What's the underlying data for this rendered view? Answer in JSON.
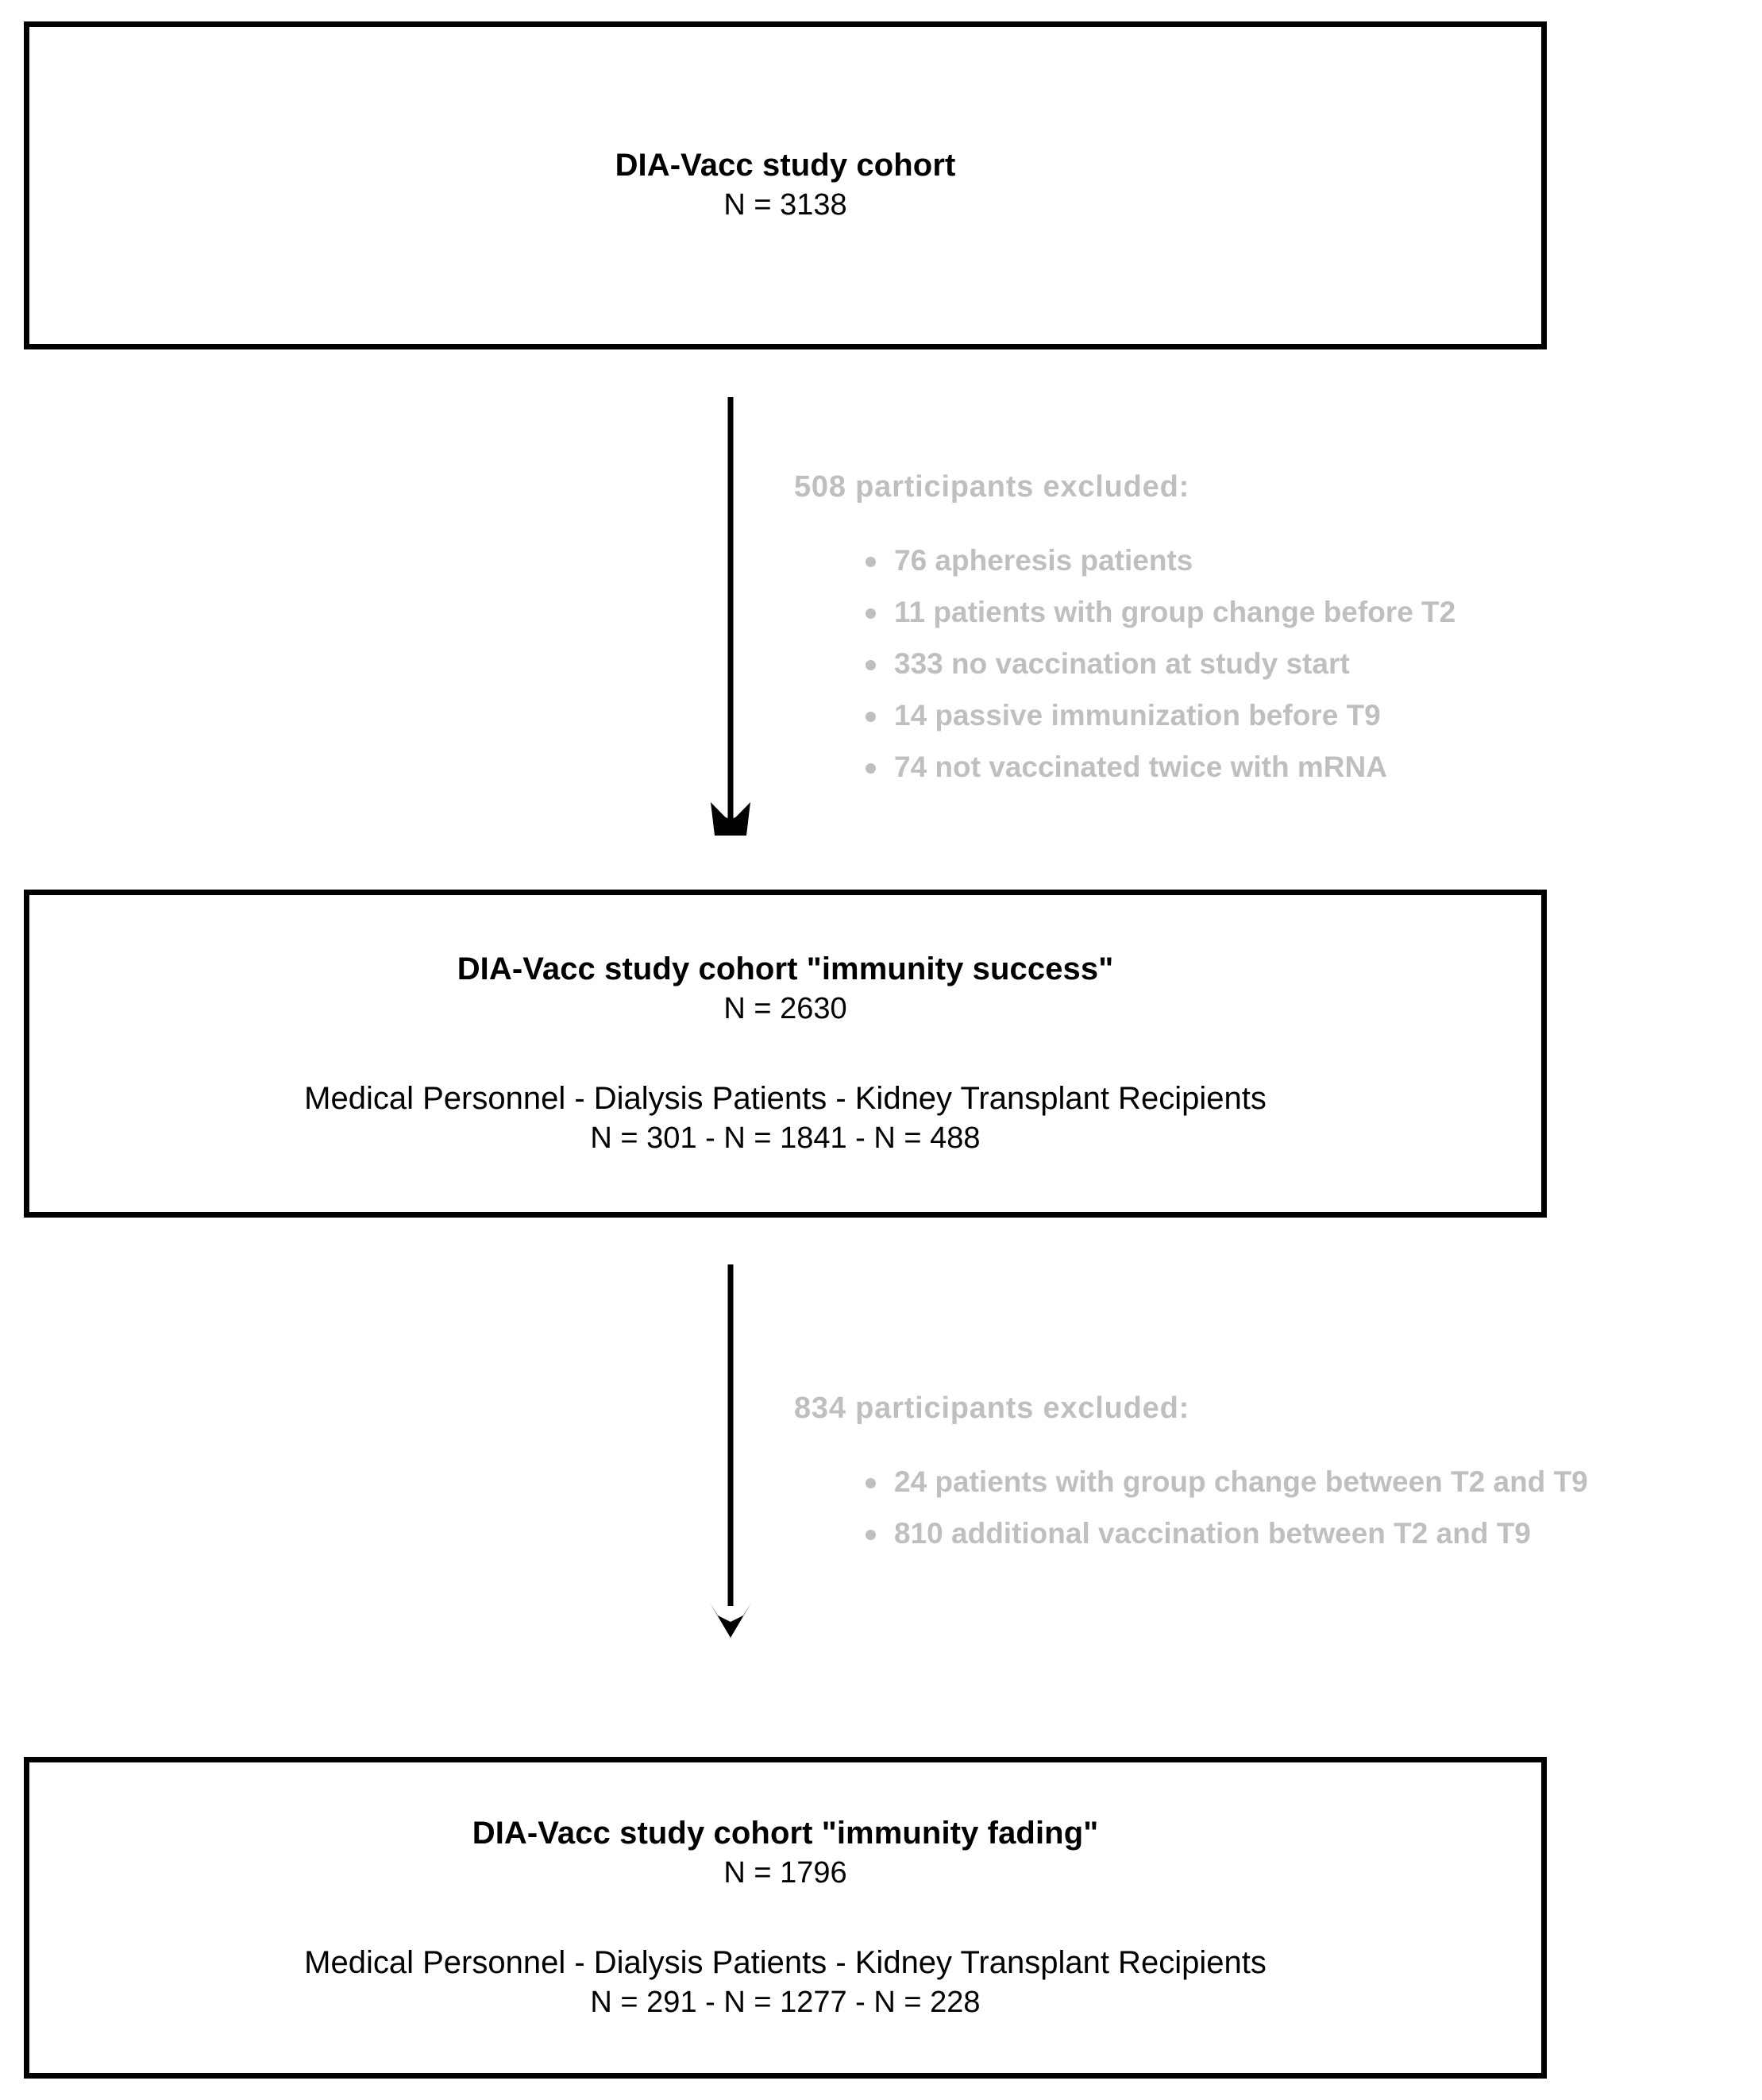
{
  "diagram": {
    "type": "participant-flow-chart",
    "colors": {
      "box_border": "#000000",
      "text": "#000000",
      "exclusion_text": "#bfbfbf",
      "arrow": "#000000",
      "background": "#ffffff"
    },
    "boxes": [
      {
        "id": "cohort-total",
        "title": "DIA-Vacc study cohort",
        "count": "N = 3138",
        "groups": null,
        "group_counts": null
      },
      {
        "id": "cohort-success",
        "title": "DIA-Vacc study cohort \"immunity success\"",
        "count": "N = 2630",
        "groups": "Medical Personnel - Dialysis Patients - Kidney Transplant Recipients",
        "group_counts": "N = 301 - N = 1841 - N = 488"
      },
      {
        "id": "cohort-fading",
        "title": "DIA-Vacc study cohort \"immunity fading\"",
        "count": "N = 1796",
        "groups": "Medical Personnel - Dialysis Patients - Kidney Transplant Recipients",
        "group_counts": "N = 291 - N = 1277 - N = 228"
      }
    ],
    "exclusions": [
      {
        "id": "exclusion-one",
        "heading": "508 participants excluded:",
        "items": [
          "76 apheresis patients",
          "11 patients with group change before T2",
          "333 no vaccination at study start",
          "14 passive immunization before T9",
          "74 not vaccinated twice with mRNA"
        ]
      },
      {
        "id": "exclusion-two",
        "heading": "834 participants excluded:",
        "items": [
          "24 patients with group change between T2 and T9",
          "810 additional vaccination between T2 and T9"
        ]
      }
    ],
    "arrows": [
      {
        "id": "arrow-one",
        "direction": "down"
      },
      {
        "id": "arrow-two",
        "direction": "down"
      }
    ]
  }
}
